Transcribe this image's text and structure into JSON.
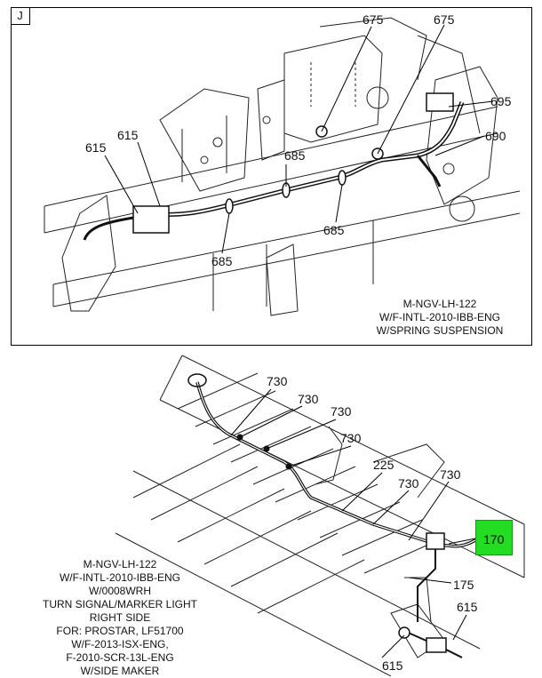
{
  "top_panel": {
    "letter": "J",
    "callouts": {
      "c675a": "675",
      "c675b": "675",
      "c695": "695",
      "c690": "690",
      "c615a": "615",
      "c615b": "615",
      "c685a": "685",
      "c685b": "685",
      "c685c": "685"
    },
    "caption": [
      "M-NGV-LH-122",
      "W/F-INTL-2010-IBB-ENG",
      "W/SPRING SUSPENSION"
    ]
  },
  "bottom_panel": {
    "callouts": {
      "c730a": "730",
      "c730b": "730",
      "c730c": "730",
      "c730d": "730",
      "c225": "225",
      "c730e": "730",
      "c730f": "730",
      "c170": "170",
      "c175": "175",
      "c615a": "615",
      "c615b": "615"
    },
    "caption": [
      "M-NGV-LH-122",
      "W/F-INTL-2010-IBB-ENG",
      "W/0008WRH",
      "TURN SIGNAL/MARKER LIGHT",
      "RIGHT SIDE",
      "FOR: PROSTAR, LF51700",
      "W/F-2013-ISX-ENG,",
      "F-2010-SCR-13L-ENG",
      "W/SIDE MAKER"
    ]
  },
  "colors": {
    "highlight": "#22dd22",
    "line": "#111111"
  }
}
